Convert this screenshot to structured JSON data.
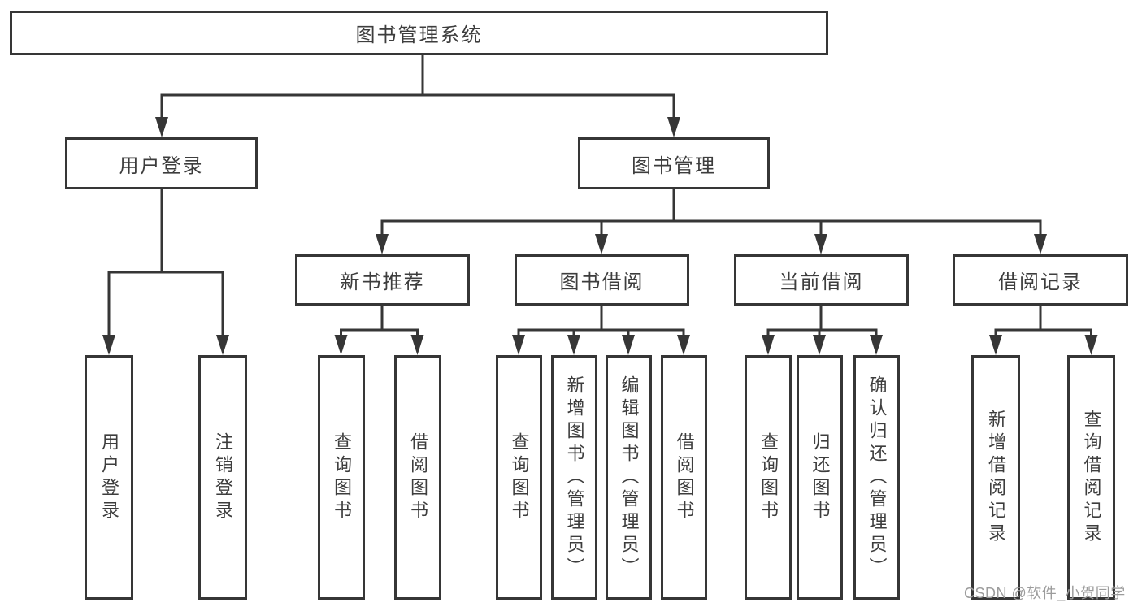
{
  "colors": {
    "line": "#363636",
    "text": "#3d3d3d",
    "box_bg": "#ffffff",
    "page_bg": "#ffffff",
    "watermark": "#9c9c9c"
  },
  "tree": {
    "root": {
      "label": "图书管理系统",
      "children": [
        {
          "label": "用户登录",
          "children": [
            {
              "label": "用户登录"
            },
            {
              "label": "注销登录"
            }
          ]
        },
        {
          "label": "图书管理",
          "children": [
            {
              "label": "新书推荐",
              "children": [
                {
                  "label": "查询图书"
                },
                {
                  "label": "借阅图书"
                }
              ]
            },
            {
              "label": "图书借阅",
              "children": [
                {
                  "label": "查询图书"
                },
                {
                  "label": "新增图书（管理员）"
                },
                {
                  "label": "编辑图书（管理员）"
                },
                {
                  "label": "借阅图书"
                }
              ]
            },
            {
              "label": "当前借阅",
              "children": [
                {
                  "label": "查询图书"
                },
                {
                  "label": "归还图书"
                },
                {
                  "label": "确认归还（管理员）"
                }
              ]
            },
            {
              "label": "借阅记录",
              "children": [
                {
                  "label": "新增借阅记录"
                },
                {
                  "label": "查询借阅记录"
                }
              ]
            }
          ]
        }
      ]
    }
  },
  "watermark": "CSDN @软件_小贺同学"
}
